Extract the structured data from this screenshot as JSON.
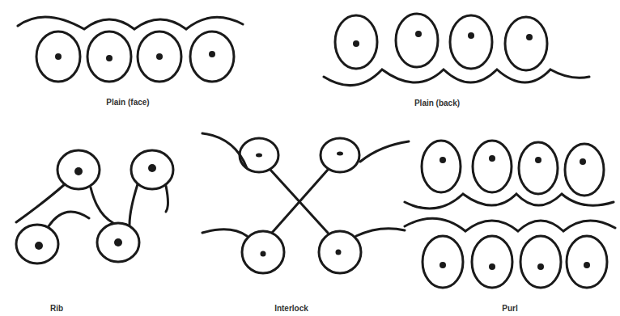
{
  "diagram": {
    "labels": [
      "Plain (face)",
      "Plain (back)",
      "Rib",
      "Interlock",
      "Purl"
    ]
  }
}
